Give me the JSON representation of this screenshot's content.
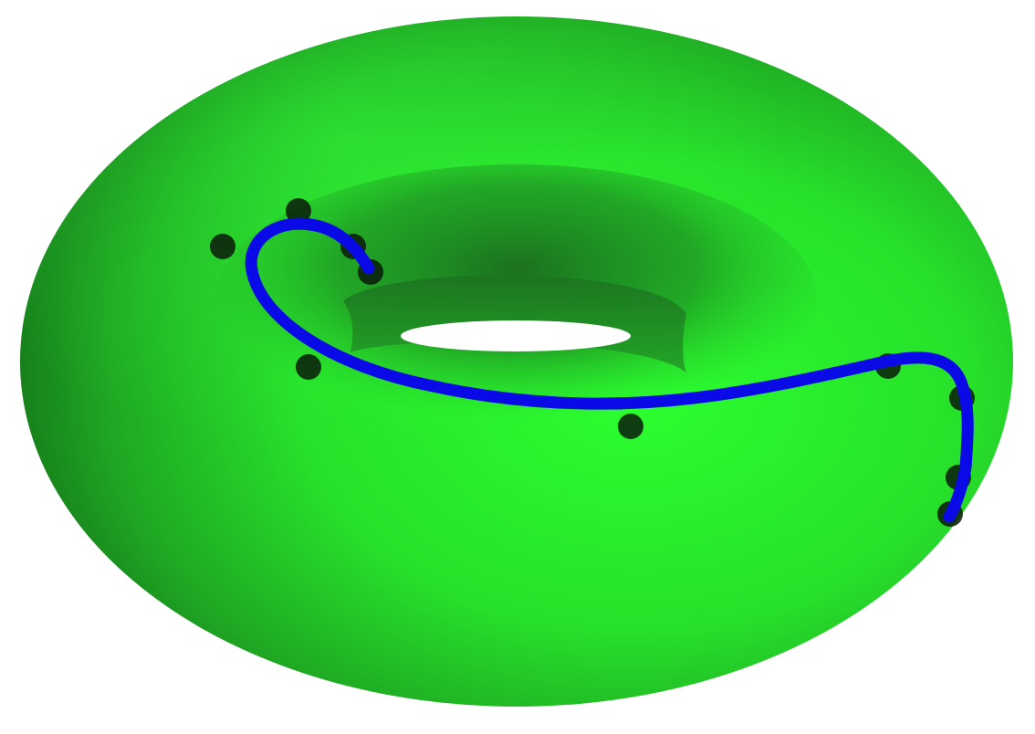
{
  "figure": {
    "kind": "torus-with-curve",
    "colors": {
      "background": "#ffffff",
      "torus_light": "#2cff30",
      "torus_mid": "#24c826",
      "torus_dark": "#1a7a1e",
      "hole": "#ffffff",
      "curve": "#0a0ae6",
      "control_point": "#0a1a0a"
    },
    "control_point_count": 11,
    "curve_count": 1
  }
}
